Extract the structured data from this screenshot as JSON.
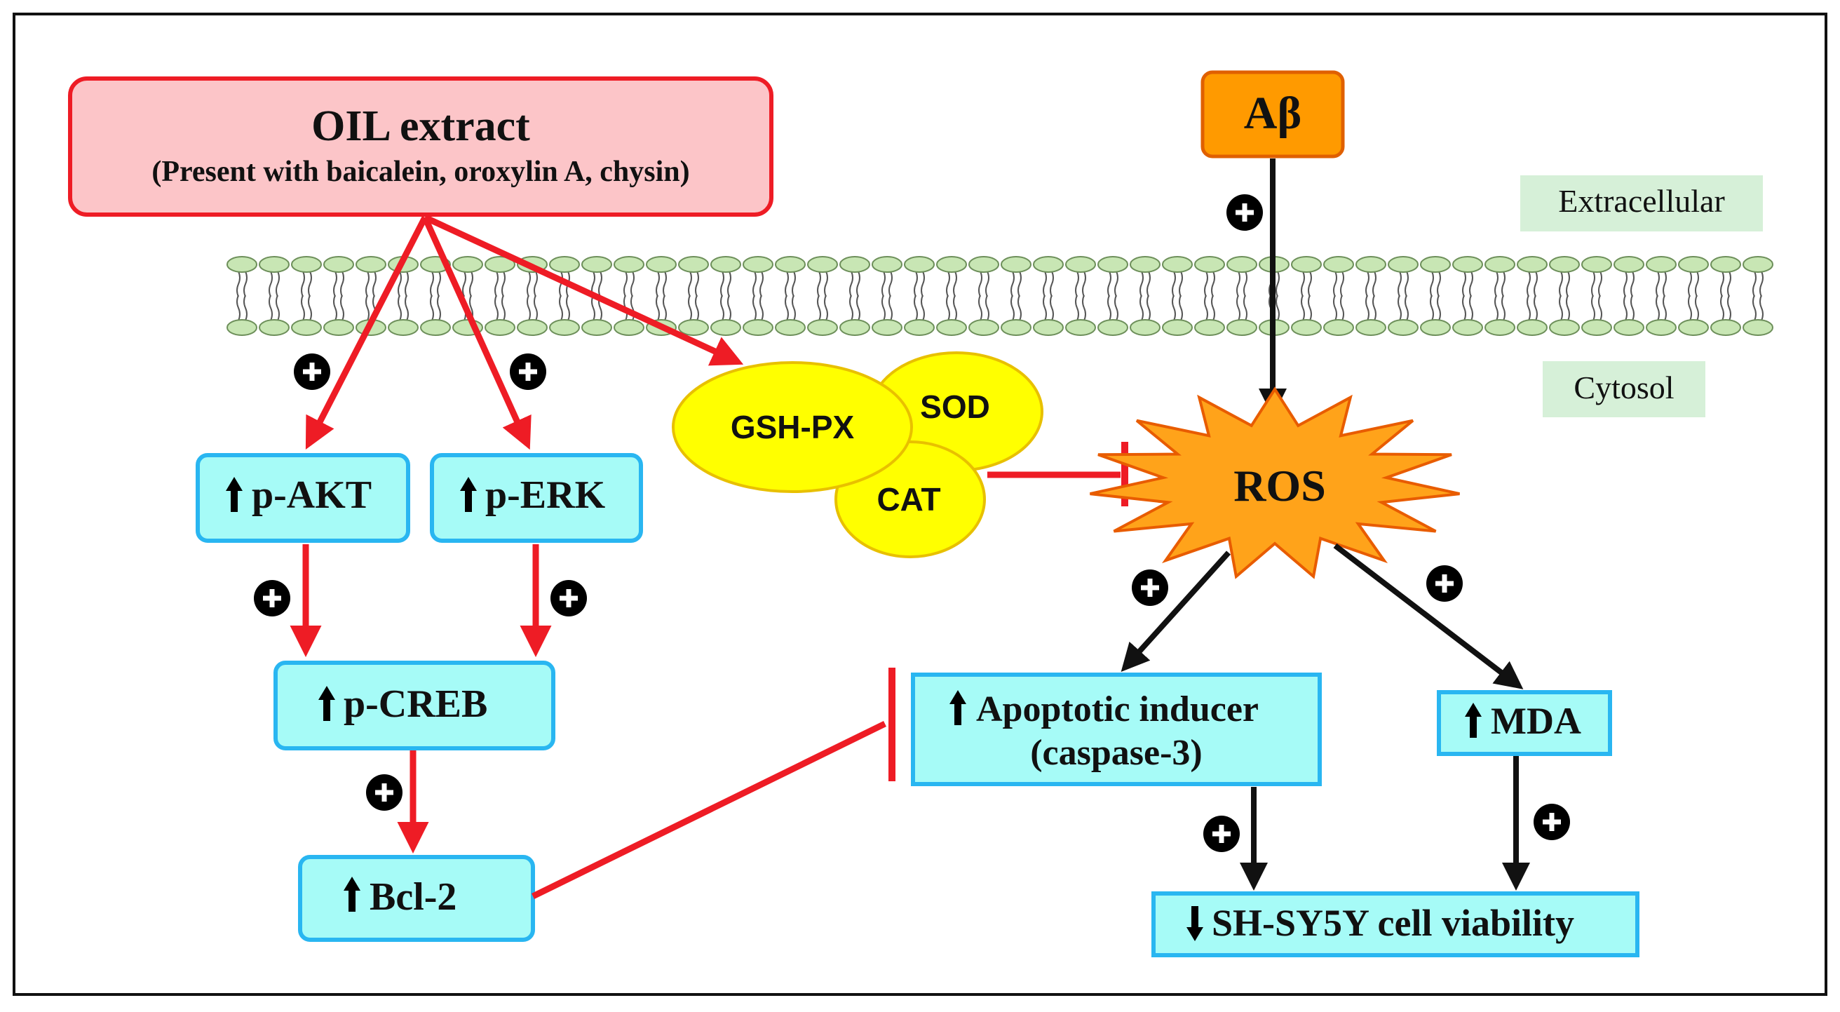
{
  "colors": {
    "activation_arrow": "#ee1c25",
    "pathway_arrow": "#111111",
    "box_fill": "#a6fbf7",
    "box_border": "#29b6f1",
    "extract_fill": "#fcc5c8",
    "abeta_fill": "#ff9a00",
    "enzyme_fill": "#ffff00",
    "ros_fill": "#ffa31a",
    "region_label_fill": "#d6f0d8",
    "membrane_head": "#c8e6b4"
  },
  "extract": {
    "title": "OIL extract",
    "subtitle": "(Present with baicalein, oroxylin A, chysin)"
  },
  "abeta": "Aβ",
  "regions": {
    "extracellular": "Extracellular",
    "cytosol": "Cytosol"
  },
  "enzymes": {
    "gshpx": "GSH-PX",
    "sod": "SOD",
    "cat": "CAT"
  },
  "ros": "ROS",
  "nodes": {
    "pakt": "p-AKT",
    "perk": "p-ERK",
    "pcreb": "p-CREB",
    "bcl2": "Bcl-2",
    "apoptotic_line1": "Apoptotic inducer",
    "apoptotic_line2": "(caspase-3)",
    "mda": "MDA",
    "viability": "SH-SY5Y cell viability"
  },
  "plus_sign": "+"
}
